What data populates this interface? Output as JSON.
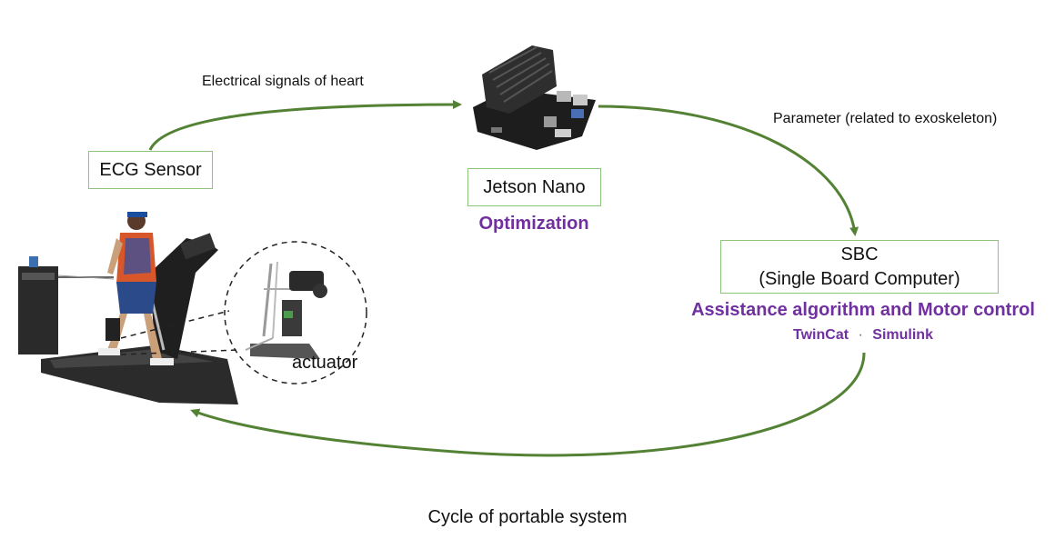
{
  "edges": {
    "ecg_to_jetson": "Electrical signals of heart",
    "jetson_to_sbc": "Parameter (related to exoskeleton)"
  },
  "nodes": {
    "ecg": {
      "label": "ECG Sensor"
    },
    "jetson": {
      "label": "Jetson Nano",
      "caption": "Optimization"
    },
    "sbc": {
      "line1": "SBC",
      "line2": "(Single Board Computer)",
      "caption": "Assistance algorithm and Motor control",
      "tool1": "TwinCat",
      "separator": "·",
      "tool2": "Simulink"
    }
  },
  "photo": {
    "actuator_label": "actuator"
  },
  "footer": {
    "caption": "Cycle of portable system"
  },
  "colors": {
    "arrow": "#548235",
    "box_border": "#8cc47c",
    "accent": "#7030a0"
  },
  "icons": [
    "jetson-nano-board-icon",
    "treadmill-walker-illustration",
    "exoskeleton-actuator-illustration"
  ]
}
